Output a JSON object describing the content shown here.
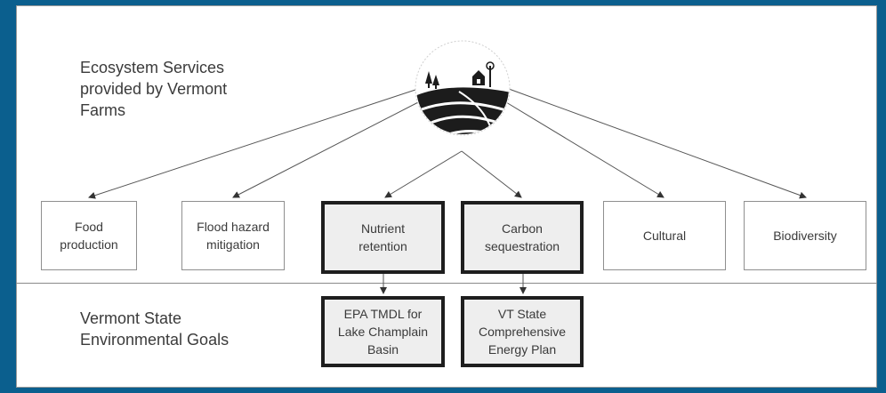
{
  "header": {
    "title_line1": "Ecosystem Services",
    "title_line2": "provided by Vermont",
    "title_line3": "Farms"
  },
  "services": [
    {
      "line1": "Food",
      "line2": "production"
    },
    {
      "line1": "Flood hazard",
      "line2": "mitigation"
    },
    {
      "line1": "Nutrient",
      "line2": "retention"
    },
    {
      "line1": "Carbon",
      "line2": "sequestration"
    },
    {
      "line1": "Cultural",
      "line2": ""
    },
    {
      "line1": "Biodiversity",
      "line2": ""
    }
  ],
  "goals_section": {
    "title_line1": "Vermont State",
    "title_line2": "Environmental Goals"
  },
  "goals": [
    {
      "line1": "EPA TMDL for",
      "line2": "Lake Champlain",
      "line3": "Basin"
    },
    {
      "line1": "VT State",
      "line2": "Comprehensive",
      "line3": "Energy Plan"
    }
  ],
  "colors": {
    "background": "#0b5f8e",
    "highlight_fill": "#eeeeee",
    "highlight_border": "#1e1e1e"
  },
  "icons": {
    "farm_logo": "farm-landscape-icon"
  }
}
